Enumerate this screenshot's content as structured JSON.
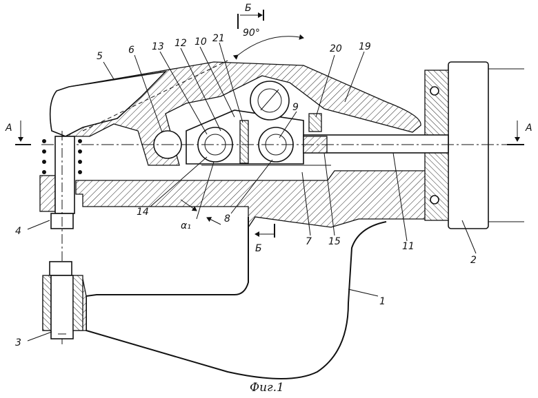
{
  "caption": "Фиг.1",
  "angle_mark": "90°",
  "section_marks": {
    "A_left": "A",
    "A_right": "A",
    "B_top": "Б",
    "B_bottom": "Б"
  },
  "alpha_label": "α₁",
  "callouts": [
    "1",
    "2",
    "3",
    "4",
    "5",
    "6",
    "7",
    "8",
    "9",
    "10",
    "11",
    "12",
    "13",
    "14",
    "15",
    "19",
    "20",
    "21"
  ]
}
